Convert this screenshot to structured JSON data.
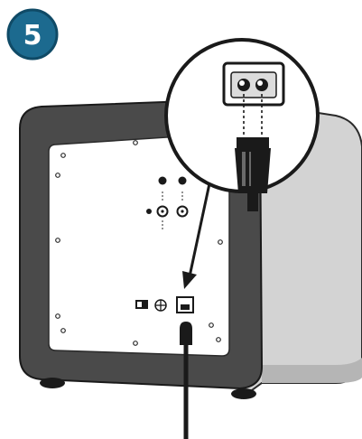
{
  "step": {
    "number": "5"
  },
  "colors": {
    "badge": "#1c6a8f",
    "badge_edge": "#0f4a66",
    "cabinet_front": "#4a4a4a",
    "cabinet_side": "#d3d3d3",
    "panel": "#ffffff",
    "cable": "#1a1a1a",
    "outline": "#2a2a2a"
  },
  "icons": {
    "callout": "zoom-magnifier",
    "power_inlet": "two-pin-power-socket",
    "plug": "power-plug",
    "arrow": "insertion-arrow"
  }
}
